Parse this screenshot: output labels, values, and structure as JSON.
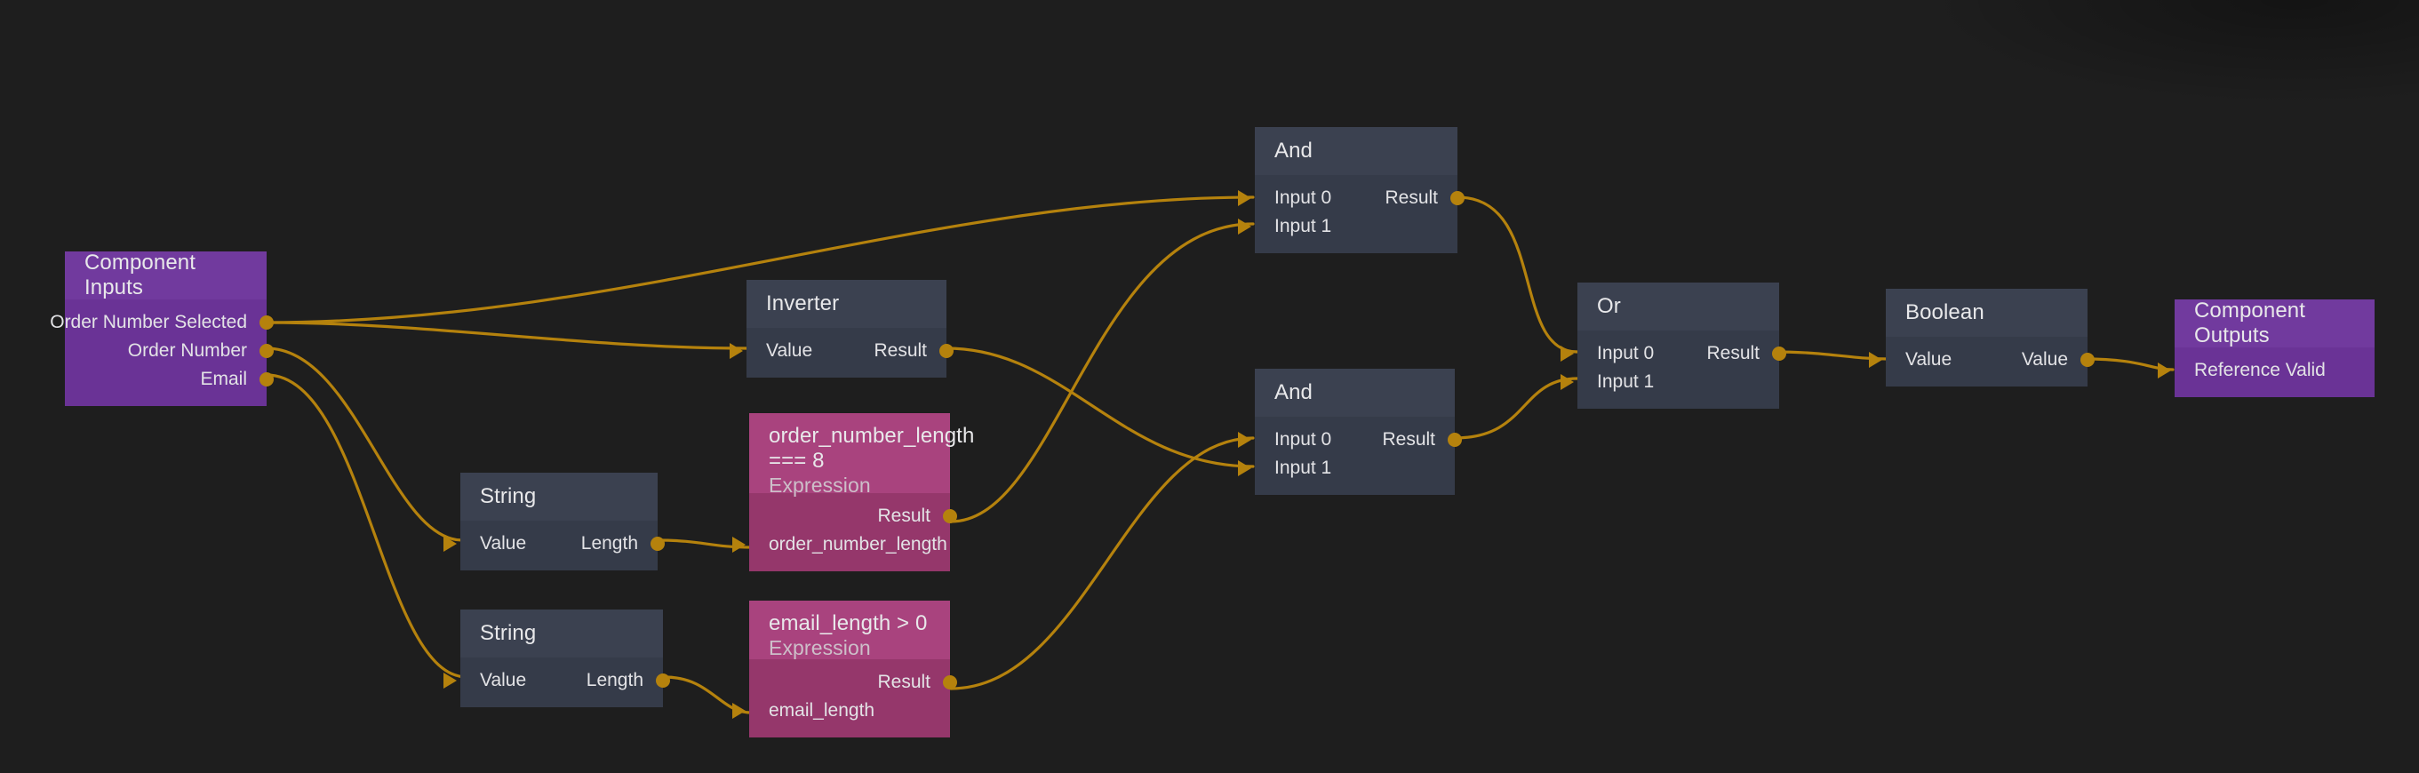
{
  "canvas": {
    "background": "#1e1e1e",
    "edge_color": "#b5820d",
    "port_color": "#b5820d"
  },
  "palette": {
    "io_header": "#713a9e",
    "io_body": "#6a3396",
    "logic_header": "#3b4150",
    "logic_body": "#353b49",
    "expression_header": "#a9437e",
    "expression_body": "#95376b"
  },
  "nodes": {
    "component_inputs": {
      "title": "Component Inputs",
      "outputs": [
        "Order Number Selected",
        "Order Number",
        "Email"
      ]
    },
    "inverter": {
      "title": "Inverter",
      "input": "Value",
      "output": "Result"
    },
    "string_order": {
      "title": "String",
      "input": "Value",
      "output": "Length"
    },
    "string_email": {
      "title": "String",
      "input": "Value",
      "output": "Length"
    },
    "expr_order_len": {
      "title": "order_number_length === 8",
      "subtitle": "Expression",
      "output": "Result",
      "input": "order_number_length"
    },
    "expr_email_len": {
      "title": "email_length > 0",
      "subtitle": "Expression",
      "output": "Result",
      "input": "email_length"
    },
    "and_top": {
      "title": "And",
      "inputs": [
        "Input 0",
        "Input 1"
      ],
      "output": "Result"
    },
    "and_mid": {
      "title": "And",
      "inputs": [
        "Input 0",
        "Input 1"
      ],
      "output": "Result"
    },
    "or_node": {
      "title": "Or",
      "inputs": [
        "Input 0",
        "Input 1"
      ],
      "output": "Result"
    },
    "boolean_node": {
      "title": "Boolean",
      "input": "Value",
      "output": "Value"
    },
    "component_outputs": {
      "title": "Component Outputs",
      "inputs": [
        "Reference Valid"
      ]
    }
  }
}
